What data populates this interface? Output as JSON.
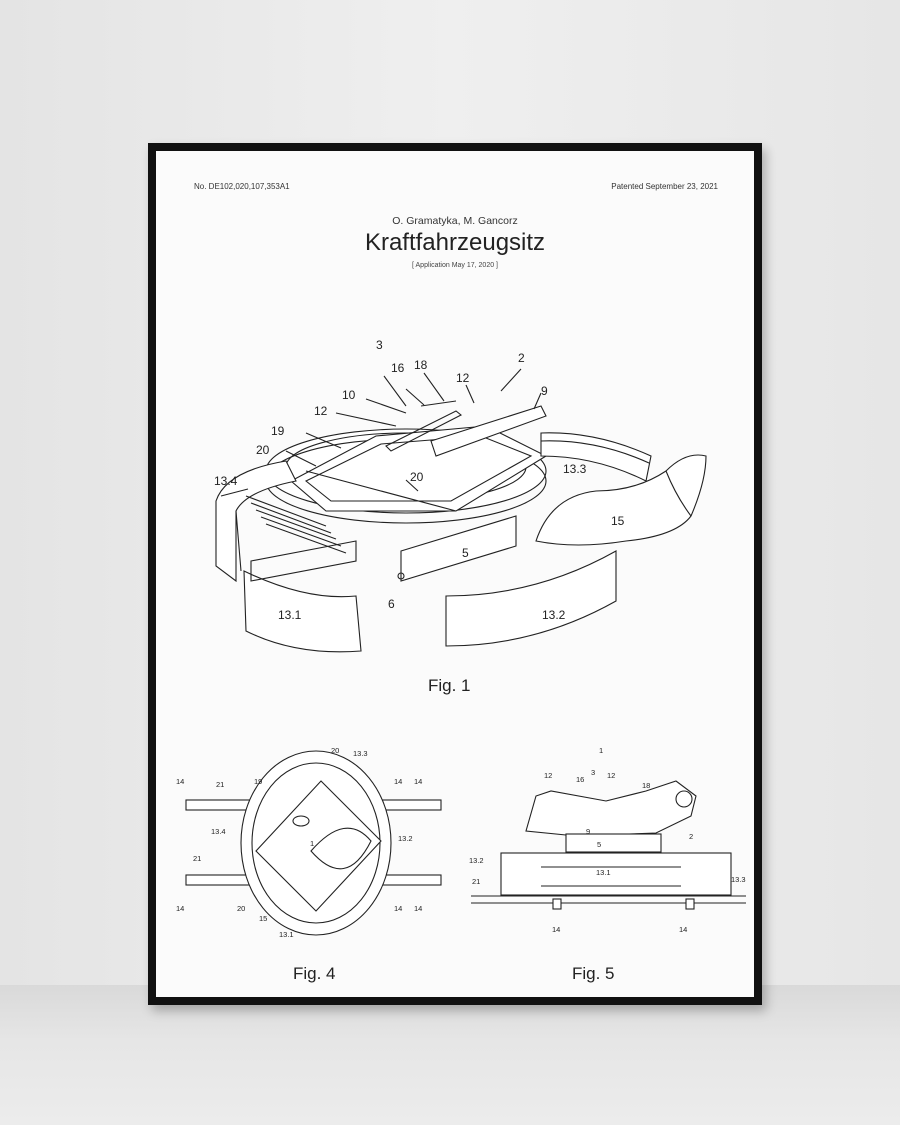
{
  "poster": {
    "patent_number": "No. DE102,020,107,353A1",
    "patented_date": "Patented September 23, 2021",
    "inventors": "O. Gramatyka, M. Gancorz",
    "title": "Kraftfahrzeugsitz",
    "application": "[ Application May 17, 2020 ]"
  },
  "fig1": {
    "caption": "Fig. 1",
    "labels": [
      "3",
      "16",
      "18",
      "12",
      "2",
      "10",
      "9",
      "12",
      "19",
      "20",
      "13.3",
      "20",
      "13.4",
      "15",
      "5",
      "6",
      "13.1",
      "13.2"
    ]
  },
  "fig4": {
    "caption": "Fig. 4",
    "labels": [
      "20",
      "13.3",
      "14",
      "21",
      "19",
      "14",
      "14",
      "13.4",
      "1",
      "13.2",
      "21",
      "14",
      "20",
      "15",
      "13.1",
      "14",
      "14"
    ]
  },
  "fig5": {
    "caption": "Fig. 5",
    "labels": [
      "1",
      "12",
      "16",
      "3",
      "12",
      "18",
      "9",
      "5",
      "2",
      "13.2",
      "13.1",
      "13.3",
      "21",
      "14",
      "14"
    ]
  }
}
